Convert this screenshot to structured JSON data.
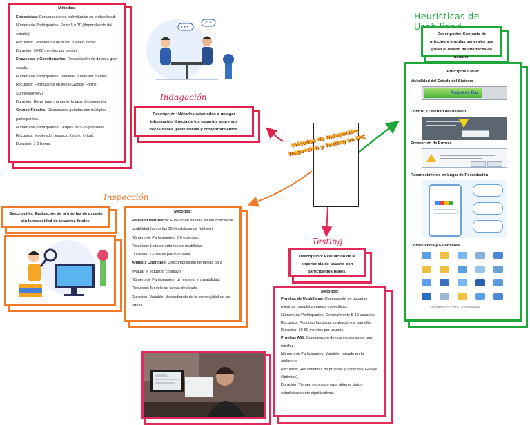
{
  "center": {
    "label": "Métodos de Indagación, Inspección y Testing en IPC"
  },
  "indagacion": {
    "title": "Indagación",
    "description": "Descripción: Métodos orientados a recoger información directa de los usuarios sobre sus necesidades, preferencias y comportamientos.",
    "methods_header": "Métodos:",
    "methods": [
      {
        "bold": "Entrevistas:",
        "text": " Conversaciones individuales en profundidad."
      },
      {
        "bold": "",
        "text": "Número de Participantes: Entre 5 y 30 (dependiendo del estudio)."
      },
      {
        "bold": "",
        "text": "Recursos: Grabadoras de audio o video, notas."
      },
      {
        "bold": "",
        "text": "Duración: 30-60 minutos por sesión."
      },
      {
        "bold": "Encuestas y Cuestionarios:",
        "text": " Recopilación de datos a gran escala."
      },
      {
        "bold": "",
        "text": "Número de Participantes: Variable, puede ser cientos."
      },
      {
        "bold": "",
        "text": "Recursos: Formularios en línea (Google Forms, SurveyMonkey)."
      },
      {
        "bold": "",
        "text": "Duración: Breve para mantener la tasa de respuesta."
      },
      {
        "bold": "Grupos Focales:",
        "text": " Discusiones guiadas con múltiples participantes."
      },
      {
        "bold": "",
        "text": "Número de Participantes: Grupos de 5-10 personas."
      },
      {
        "bold": "",
        "text": "Recursos: Moderador, espacio físico o virtual."
      },
      {
        "bold": "",
        "text": "Duración: 1-2 horas."
      }
    ]
  },
  "inspeccion": {
    "title": "Inspección",
    "description": "Descripción: Evaluación de la interfaz de usuario sin la necesidad de usuarios finales.",
    "methods_header": "Métodos:",
    "methods": [
      {
        "bold": "Revisión Heurística:",
        "text": " Evaluación basada en heurísticas de usabilidad (como las 10 heurísticas de Nielsen)."
      },
      {
        "bold": "",
        "text": "Número de Participantes: 3-5 expertos."
      },
      {
        "bold": "",
        "text": "Recursos: Lista de criterios de usabilidad."
      },
      {
        "bold": "",
        "text": "Duración: 1-2 horas por evaluador."
      },
      {
        "bold": "Análisis Cognitivo:",
        "text": " Descomposición de tareas para evaluar el esfuerzo cognitivo."
      },
      {
        "bold": "",
        "text": "Número de Participantes: Un experto en usabilidad."
      },
      {
        "bold": "",
        "text": "Recursos: Modelo de tareas detallado."
      },
      {
        "bold": "",
        "text": "Duración: Variable, dependiendo de la complejidad de las tareas."
      }
    ]
  },
  "testing": {
    "title": "Testing",
    "description": "Descripción: Evaluación de la experiencia de usuario con participantes reales.",
    "methods_header": "Métodos:",
    "methods": [
      {
        "bold": "Pruebas de Usabilidad:",
        "text": " Observación de usuarios mientras completan tareas específicas."
      },
      {
        "bold": "",
        "text": "Número de Participantes: Generalmente 5-10 usuarios."
      },
      {
        "bold": "",
        "text": "Recursos: Prototipo funcional, grabación de pantalla."
      },
      {
        "bold": "",
        "text": "Duración: 30-60 minutos por usuario."
      },
      {
        "bold": "Pruebas A/B:",
        "text": " Comparación de dos versiones de una interfaz."
      },
      {
        "bold": "",
        "text": "Número de Participantes: Variable, basado en la audiencia."
      },
      {
        "bold": "",
        "text": "Recursos: Herramientas de pruebas (Optimizely, Google Optimize)."
      },
      {
        "bold": "",
        "text": "Duración: Tiempo necesario para obtener datos estadísticamente significativos."
      }
    ]
  },
  "heuristicas": {
    "title": "Heurísticas de Usabilidad",
    "description": "Descripción: Conjunto de principios o reglas generales que guían el diseño de interfaces de usuario.",
    "principles_header": "Principios Clave:",
    "principles": [
      "Visibilidad del Estado del Sistema",
      "Control y Libertad del Usuario",
      "Prevención de Errores",
      "Reconocimiento en Lugar de Recordación",
      "Consistencia y Estándares"
    ],
    "progress_label": "Progress Bar",
    "progress_value": 0.72,
    "watermark": "shutterstock.com · 2093068049"
  },
  "colors": {
    "red": "#e0234a",
    "orange": "#f07a2a",
    "pink": "#e22a5a",
    "green": "#1fa83a",
    "center_text": "#f7b41d"
  }
}
